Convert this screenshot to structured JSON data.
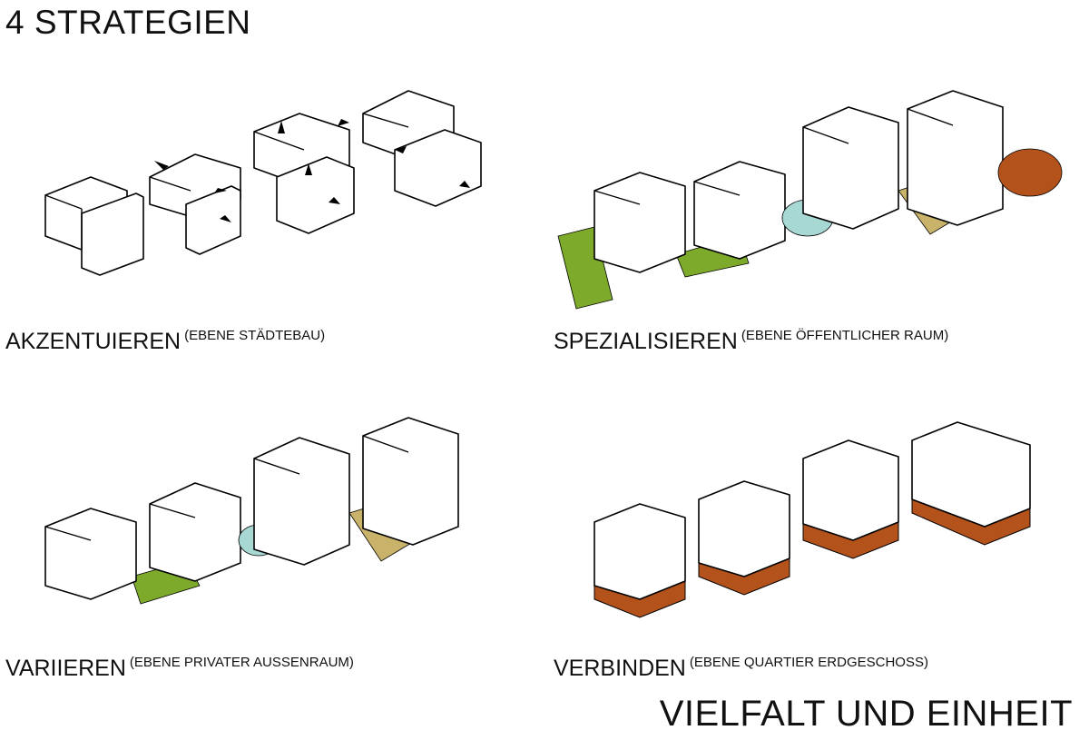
{
  "title": "4 STRATEGIEN",
  "footer": "VIELFALT UND EINHEIT",
  "panels": [
    {
      "label": "AKZENTUIEREN",
      "sublabel": "(EBENE STÄDTEBAU)"
    },
    {
      "label": "SPEZIALISIEREN",
      "sublabel": "(EBENE ÖFFENTLICHER RAUM)"
    },
    {
      "label": "VARIIEREN",
      "sublabel": "(EBENE PRIVATER AUSSENRAUM)"
    },
    {
      "label": "VERBINDEN",
      "sublabel": "(EBENE QUARTIER ERDGESCHOSS)"
    }
  ],
  "colors": {
    "green_space": "#7daa2a",
    "green_light": "#c6dc9a",
    "mint": "#a9d8bf",
    "water": "#a8d8d4",
    "olive_light": "#d8dcad",
    "sand": "#c9b36a",
    "cream": "#efe6c3",
    "rust": "#b3521b"
  }
}
